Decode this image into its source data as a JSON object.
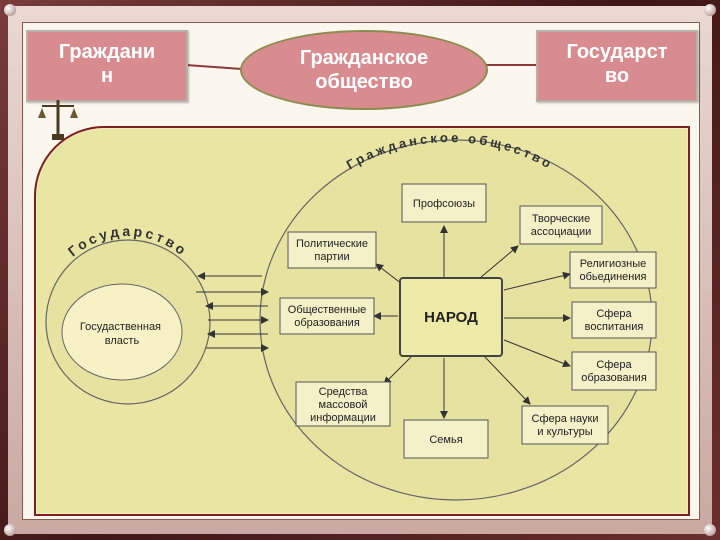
{
  "header": {
    "left_box": "Граждани\nн",
    "center_oval": "Гражданское\nобщество",
    "right_box": "Государст\nво"
  },
  "diagram": {
    "outer_ring_label": "Гражданское общество",
    "state_ring_label": "Государство",
    "state_core": "Госудаственная\nвласть",
    "center_node": "НАРОД",
    "nodes": {
      "trade_unions": "Профсоюзы",
      "creative_assoc": "Творческие\nассоциации",
      "political_parties": "Политические\nпартии",
      "religious_assoc": "Религиозные\nобьединения",
      "public_orgs": "Общественные\nобразования",
      "upbringing": "Сфера\nвоспитания",
      "education": "Сфера\nобразования",
      "mass_media": "Средства\nмассовой\nинформации",
      "family": "Семья",
      "science_culture": "Сфера  науки\nи  культуры"
    }
  },
  "colors": {
    "panel_fill": "#e9e6a3",
    "header_fill": "#d98c8f",
    "frame": "#6b2f2f"
  }
}
